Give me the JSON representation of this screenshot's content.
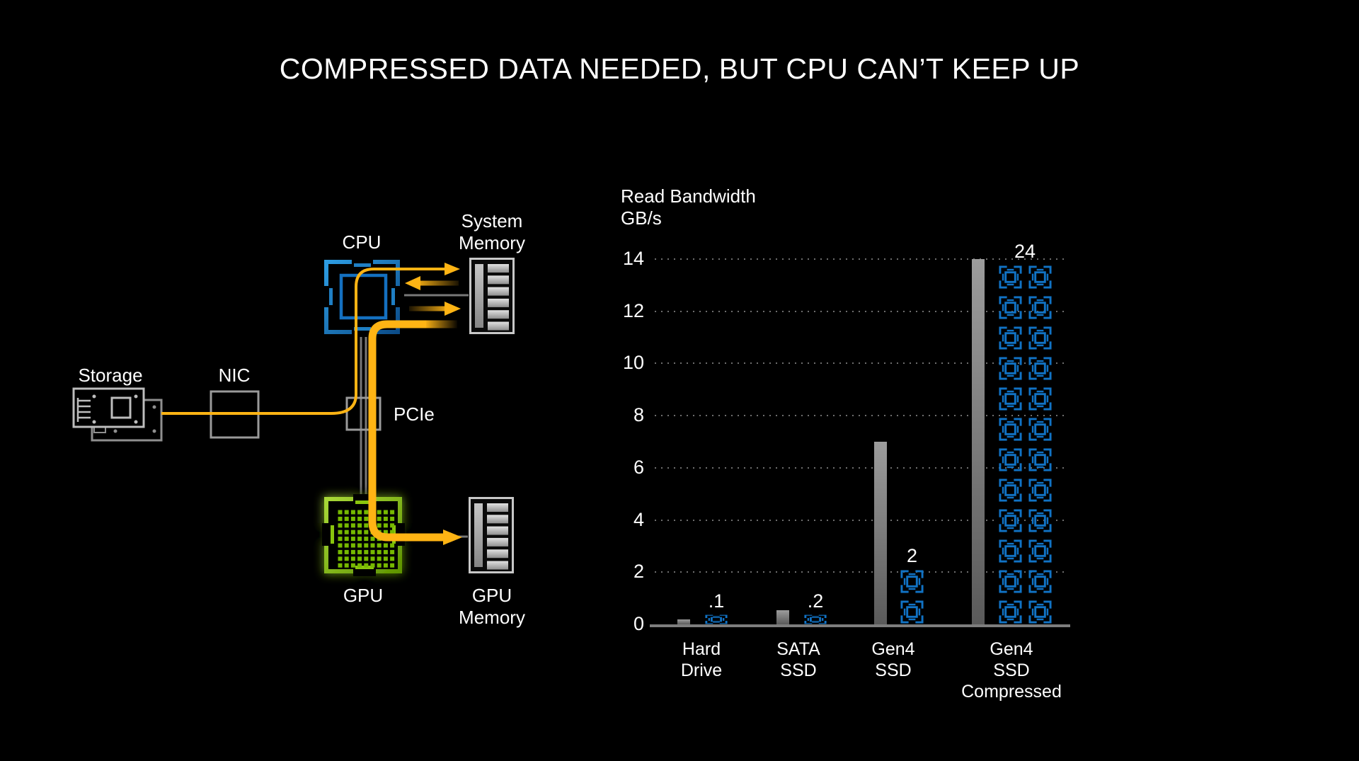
{
  "title": "COMPRESSED DATA NEEDED, BUT CPU CAN’T KEEP UP",
  "diagram": {
    "storage_label": "Storage",
    "nic_label": "NIC",
    "pcie_label": "PCIe",
    "cpu_label": "CPU",
    "system_memory_label_line1": "System",
    "system_memory_label_line2": "Memory",
    "gpu_label": "GPU",
    "gpu_memory_label_line1": "GPU",
    "gpu_memory_label_line2": "Memory",
    "colors": {
      "cpu_blue": "#1b75bc",
      "gpu_green": "#76b900",
      "flow_yellow": "#ffb414",
      "connector_gray": "#8a8a8a"
    }
  },
  "chart_data": {
    "type": "bar",
    "title": "Read Bandwidth",
    "unit": "GB/s",
    "ylim": [
      0,
      14
    ],
    "yticks": [
      0,
      2,
      4,
      6,
      8,
      10,
      12,
      14
    ],
    "grid": "dotted-horizontal",
    "legend": "none",
    "categories": [
      "Hard Drive",
      "SATA SSD",
      "Gen4 SSD",
      "Gen4 SSD Compressed"
    ],
    "series": [
      {
        "name": "raw-read-bandwidth-gray-bar",
        "style": "gray-bar",
        "values": [
          0.2,
          0.55,
          7,
          14
        ],
        "note": "Gen4 SSD Compressed bar reaches chart top (off-scale)"
      },
      {
        "name": "effective-bandwidth-blue-chips",
        "style": "blue-chip-stack",
        "values": [
          0.1,
          0.2,
          2,
          24
        ],
        "data_labels": [
          ".1",
          ".2",
          "2",
          "24"
        ]
      }
    ],
    "colors": {
      "bar_gray": "#8c8c8c",
      "chip_blue": "#1173c5",
      "axis": "#7d7d7d",
      "grid": "#6e6e6e",
      "text": "#ffffff"
    }
  }
}
